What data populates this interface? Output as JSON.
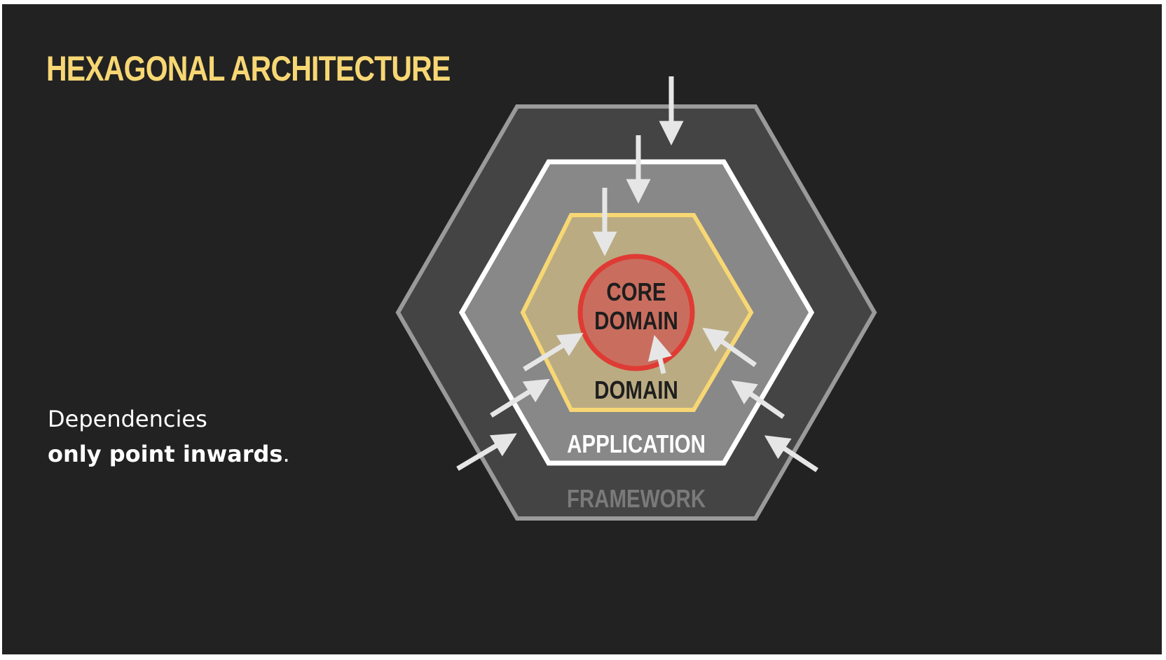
{
  "slide": {
    "title": "HEXAGONAL ARCHITECTURE",
    "caption": {
      "line1": "Dependencies",
      "line2_bold": "only point inwards",
      "line2_suffix": "."
    }
  },
  "diagram": {
    "layers": [
      {
        "label": "FRAMEWORK",
        "fill": "#444444",
        "stroke": "#9a9a9a",
        "text_color": "#7a7a7a"
      },
      {
        "label": "APPLICATION",
        "fill": "#888888",
        "stroke": "#ffffff",
        "text_color": "#ffffff"
      },
      {
        "label": "DOMAIN",
        "fill": "#baab82",
        "stroke": "#f7d774",
        "text_color": "#1e1e1e"
      }
    ],
    "core": {
      "line1": "CORE",
      "line2": "DOMAIN",
      "fill": "#c96e5f",
      "stroke": "#df3b34",
      "text_color": "#1e1e1e"
    },
    "arrow_color": "#e6e6e6"
  }
}
